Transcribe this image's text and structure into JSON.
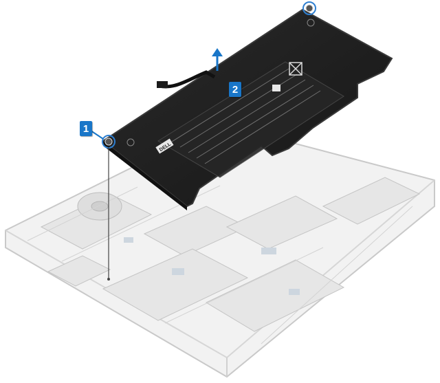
{
  "diagram": {
    "steps": [
      {
        "number": "1",
        "label": "1"
      },
      {
        "number": "2",
        "label": "2"
      }
    ],
    "battery_brand": "DELL",
    "colors": {
      "battery_body": "#1f1f1f",
      "battery_edge": "#3a3a3a",
      "chassis": "#f1f1f1",
      "chassis_outline": "#c9c9c9",
      "step_badge": "#1976c8",
      "callout_circle": "#2f7fd0"
    },
    "icons": [
      "screw-icon",
      "up-arrow-icon",
      "recycle-bin-icon"
    ]
  }
}
